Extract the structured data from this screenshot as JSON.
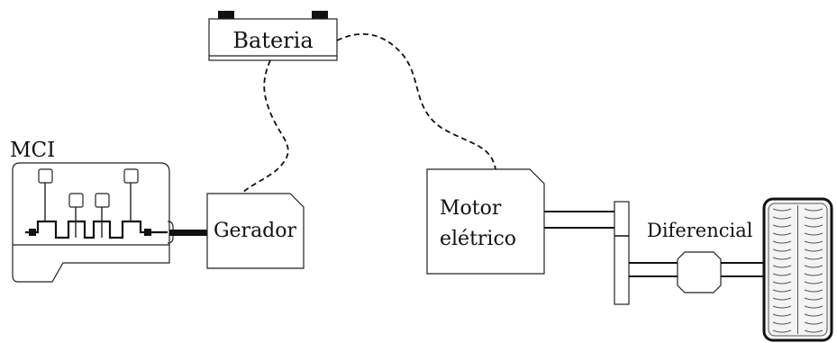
{
  "diagram": {
    "labels": {
      "battery": "Bateria",
      "engine": "MCI",
      "generator": "Gerador",
      "motor_line1": "Motor",
      "motor_line2": "elétrico",
      "differential": "Diferencial"
    }
  }
}
